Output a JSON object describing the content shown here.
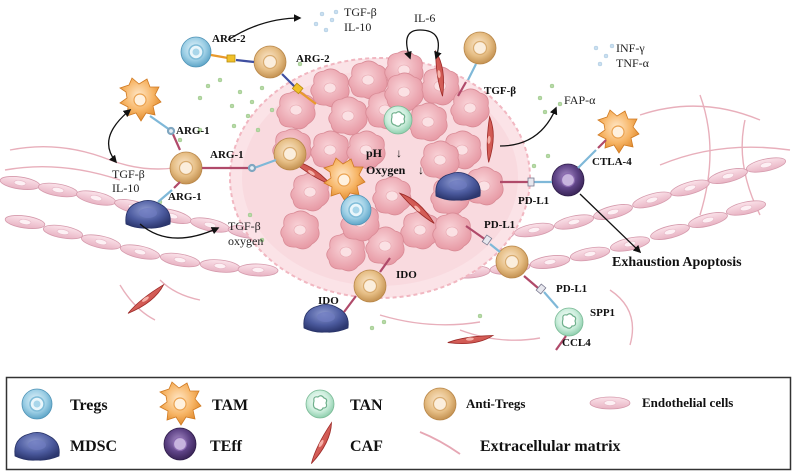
{
  "diagram": {
    "labels": {
      "arg2_a": "ARG-2",
      "arg2_b": "ARG-2",
      "tgfb_top": "TGF-β",
      "il10_top": "IL-10",
      "il6": "IL-6",
      "inf_gamma": "INF-γ",
      "tnf_alpha": "TNF-α",
      "fap_alpha": "FAP-α",
      "tgfb_right": "TGF-β",
      "arg1_a": "ARG-1",
      "arg1_b": "ARG-1",
      "arg1_c": "ARG-1",
      "tgfb_left": "TGF-β",
      "il10_left": "IL-10",
      "tgfb_bottom": "TGF-β",
      "oxygen_bottom": "oxygen",
      "ph": "pH",
      "oxygen_center": "Oxygen",
      "ctla4": "CTLA-4",
      "pdl1_a": "PD-L1",
      "pdl1_b": "PD-L1",
      "pdl1_c": "PD-L1",
      "spp1": "SPP1",
      "ccl4": "CCL4",
      "ido_a": "IDO",
      "ido_b": "IDO",
      "exhaustion": "Exhaustion Apoptosis"
    }
  },
  "legend": {
    "items": [
      {
        "label": "Tregs"
      },
      {
        "label": "TAM"
      },
      {
        "label": "TAN"
      },
      {
        "label": "Anti-Tregs"
      },
      {
        "label": "Endothelial cells"
      },
      {
        "label": "MDSC"
      },
      {
        "label": "TEff"
      },
      {
        "label": "CAF"
      },
      {
        "label": "Extracellular matrix"
      }
    ]
  },
  "colors": {
    "tumor_cell": "#f2b8bf",
    "tumor_nucleus": "#f7d4d8",
    "tregs": "#8fc6dd",
    "tam": "#f5b25e",
    "tan": "#c9ead9",
    "anti_tregs": "#e2b57a",
    "mdsc": "#4b5a9a",
    "teff": "#5a3f80",
    "caf": "#d9544f",
    "endothelial": "#f3cbd8"
  }
}
